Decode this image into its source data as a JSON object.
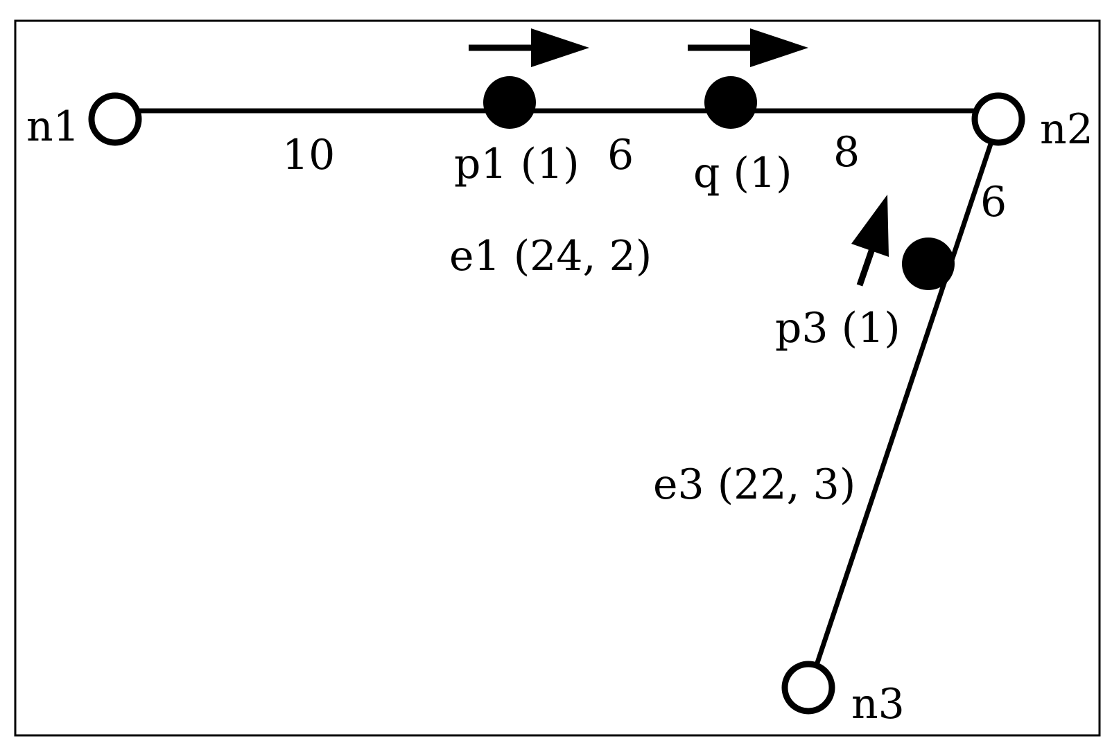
{
  "nodes": {
    "n1": "n1",
    "n2": "n2",
    "n3": "n3"
  },
  "points": {
    "p1": "p1 (1)",
    "q": "q (1)",
    "p3": "p3 (1)"
  },
  "edges": {
    "e1": "e1 (24, 2)",
    "e3": "e3 (22, 3)"
  },
  "segment_weights": {
    "n1_p1": "10",
    "p1_q": "6",
    "q_n2": "8",
    "n2_p3": "6"
  },
  "colors": {
    "stroke": "#000000",
    "background": "#ffffff"
  }
}
